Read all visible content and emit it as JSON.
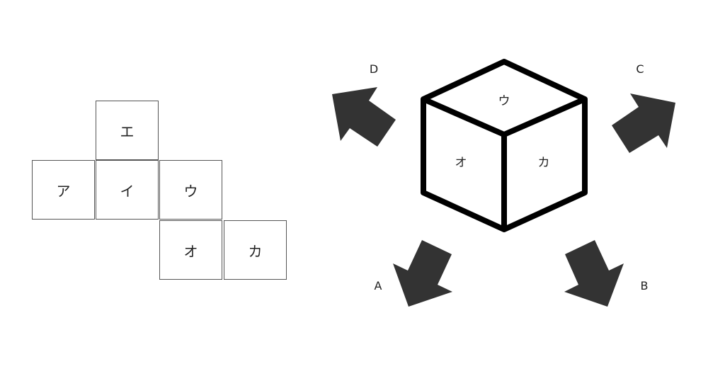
{
  "net": {
    "top": "エ",
    "row": [
      "ア",
      "イ",
      "ウ"
    ],
    "bottom": [
      "オ",
      "カ"
    ]
  },
  "cube": {
    "top": "ウ",
    "left": "オ",
    "right": "カ"
  },
  "arrows": {
    "a": "A",
    "b": "B",
    "c": "C",
    "d": "D"
  },
  "colors": {
    "arrow": "#333333",
    "cube_stroke": "#000000"
  }
}
